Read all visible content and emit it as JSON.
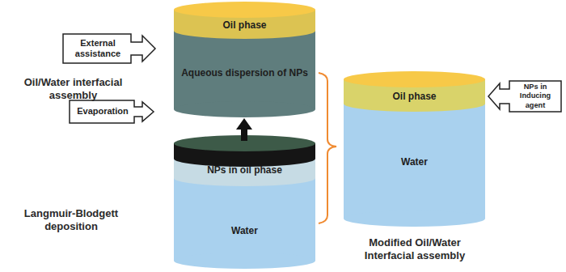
{
  "diagram": {
    "nodes": [
      {
        "text": [
          "External assistance"
        ]
      },
      {
        "text": [
          "Oil phase"
        ]
      },
      {
        "text": [
          "Aqueous dispersion of NPs"
        ]
      },
      {
        "text": [
          "Evaporation"
        ]
      },
      {
        "text": [
          "NPs in oil phase"
        ]
      },
      {
        "text": [
          "Water"
        ]
      },
      {
        "text": [
          "Oil phase"
        ]
      },
      {
        "text": [
          "Water"
        ]
      },
      {
        "text": [
          "NPs in Inducing agent"
        ]
      }
    ],
    "labels": [
      "Oil/Water interfacial assembly",
      "Langmuir-Blodgett deposition",
      "Modified Oil/Water Interfacial assembly"
    ]
  }
}
